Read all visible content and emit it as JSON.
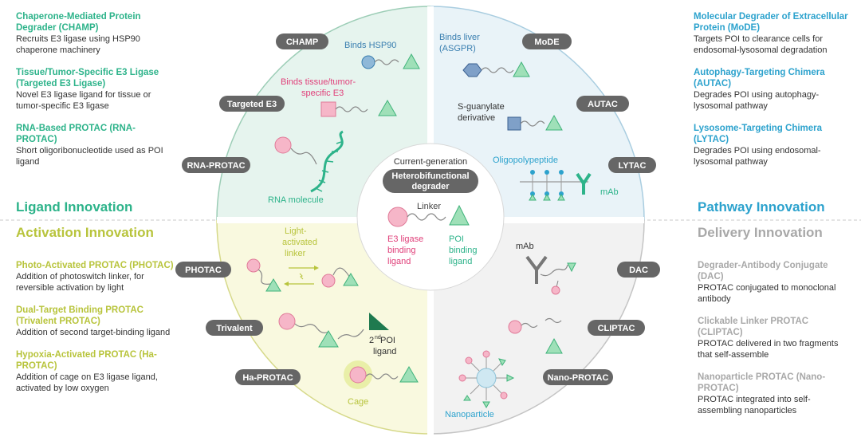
{
  "left_top": [
    {
      "title": "Chaperone-Mediated Protein Degrader (CHAMP)",
      "desc": "Recruits E3 ligase using HSP90 chaperone machinery"
    },
    {
      "title": "Tissue/Tumor-Specific E3 Ligase (Targeted E3 Ligase)",
      "desc": "Novel E3 ligase ligand for tissue or tumor-specific E3 ligase"
    },
    {
      "title": "RNA-Based PROTAC (RNA-PROTAC)",
      "desc": "Short oligoribonucleotide used as POI ligand"
    }
  ],
  "left_bottom": [
    {
      "title": "Photo-Activated PROTAC (PHOTAC)",
      "desc": "Addition of photoswitch linker, for reversible activation by light"
    },
    {
      "title": "Dual-Target Binding PROTAC (Trivalent PROTAC)",
      "desc": "Addition of second target-binding ligand"
    },
    {
      "title": "Hypoxia-Activated PROTAC (Ha-PROTAC)",
      "desc": "Addition of cage on E3 ligase ligand, activated by low oxygen"
    }
  ],
  "right_top": [
    {
      "title": "Molecular Degrader of Extracellular Protein (MoDE)",
      "desc": "Targets POI to clearance cells for endosomal-lysosomal degradation"
    },
    {
      "title": "Autophagy-Targeting Chimera (AUTAC)",
      "desc": "Degrades POI using autophagy-lysosomal pathway"
    },
    {
      "title": "Lysosome-Targeting Chimera (LYTAC)",
      "desc": "Degrades POI using endosomal-lysosomal pathway"
    }
  ],
  "right_bottom": [
    {
      "title": "Degrader-Antibody Conjugate (DAC)",
      "desc": "PROTAC conjugated to monoclonal antibody"
    },
    {
      "title": "Clickable Linker PROTAC (CLIPTAC)",
      "desc": "PROTAC delivered in two fragments that self-assemble"
    },
    {
      "title": "Nanoparticle PROTAC (Nano-PROTAC)",
      "desc": "PROTAC integrated into self-assembling nanoparticles"
    }
  ],
  "categories": {
    "ligand": "Ligand Innovation",
    "activation": "Activation Innovation",
    "pathway": "Pathway Innovation",
    "delivery": "Delivery Innovation"
  },
  "pills": {
    "champ": "CHAMP",
    "targeted_e3": "Targeted E3",
    "rna_protac": "RNA-PROTAC",
    "mode": "MoDE",
    "autac": "AUTAC",
    "lytac": "LYTAC",
    "photac": "PHOTAC",
    "trivalent": "Trivalent",
    "ha_protac": "Ha-PROTAC",
    "dac": "DAC",
    "cliptac": "CLIPTAC",
    "nano_protac": "Nano-PROTAC"
  },
  "center": {
    "current": "Current-generation",
    "pill_line1": "Heterobifunctional",
    "pill_line2": "degrader",
    "linker": "Linker",
    "e3_line1": "E3 ligase",
    "e3_line2": "binding",
    "e3_line3": "ligand",
    "poi_line1": "POI",
    "poi_line2": "binding",
    "poi_line3": "ligand"
  },
  "labels": {
    "binds_hsp90": "Binds HSP90",
    "binds_tissue_1": "Binds tissue/tumor-",
    "binds_tissue_2": "specific E3",
    "rna_molecule": "RNA molecule",
    "binds_liver_1": "Binds liver",
    "binds_liver_2": "(ASGPR)",
    "s_guanylate_1": "S-guanylate",
    "s_guanylate_2": "derivative",
    "oligopolypeptide": "Oligopolypeptide",
    "mab_top": "mAb",
    "light_1": "Light-",
    "light_2": "activated",
    "light_3": "linker",
    "poi2_sup": "nd",
    "poi2_1": "2",
    "poi2_2": " POI",
    "poi2_3": "ligand",
    "cage": "Cage",
    "mab_bottom": "mAb",
    "nanoparticle": "Nanoparticle"
  },
  "colors": {
    "green": "#2db38a",
    "yellow": "#b8c43c",
    "blue": "#2ca2cd",
    "gray": "#a8a8a8",
    "pink": "#f6b6c8",
    "pink_stroke": "#e07a98",
    "tri": "#9fe0b8",
    "tri_stroke": "#3fb37a",
    "pill": "#666666"
  }
}
